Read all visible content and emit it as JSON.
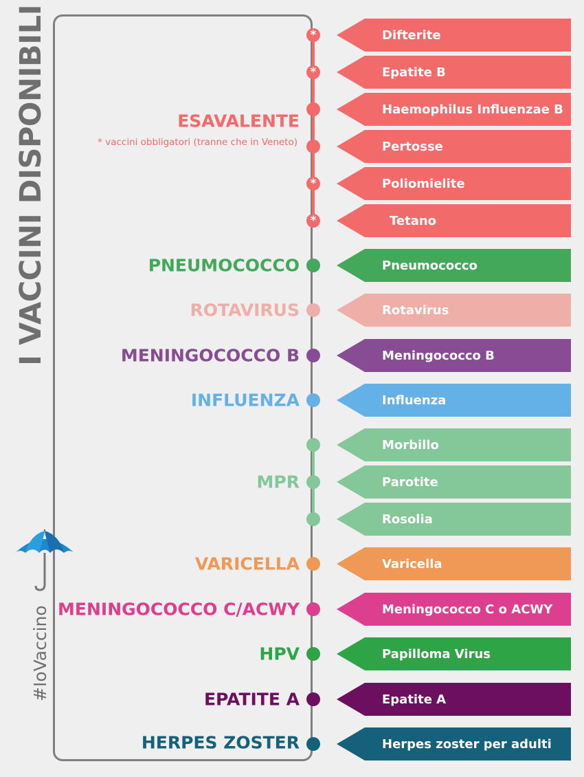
{
  "title": "I VACCINI DISPONIBILI",
  "hashtag": "#IoVaccino",
  "legend_note": "* vaccini obbligatori (tranne che in Veneto)",
  "star_symbol": "*",
  "categories": [
    {
      "name": "ESAVALENTE",
      "color": "#f26a6a"
    },
    {
      "name": "PNEUMOCOCCO",
      "color": "#43a85a"
    },
    {
      "name": "ROTAVIRUS",
      "color": "#f0aea9"
    },
    {
      "name": "MENINGOCOCCO B",
      "color": "#874c94"
    },
    {
      "name": "INFLUENZA",
      "color": "#63b1e6"
    },
    {
      "name": "MPR",
      "color": "#84c799"
    },
    {
      "name": "VARICELLA",
      "color": "#f09956"
    },
    {
      "name": "MENINGOCOCCO C/ACWY",
      "color": "#db3f8d"
    },
    {
      "name": "HPV",
      "color": "#2ea446"
    },
    {
      "name": "EPATITE A",
      "color": "#6d0f5f"
    },
    {
      "name": "HERPES ZOSTER",
      "color": "#15607a"
    }
  ],
  "vaccines": [
    {
      "label": "Difterite",
      "category": 0,
      "mandatory": true
    },
    {
      "label": "Epatite B",
      "category": 0,
      "mandatory": true
    },
    {
      "label": "Haemophilus Influenzae B",
      "category": 0,
      "mandatory": false
    },
    {
      "label": "Pertosse",
      "category": 0,
      "mandatory": false
    },
    {
      "label": "Poliomielite",
      "category": 0,
      "mandatory": true
    },
    {
      "label": "Tetano",
      "category": 0,
      "mandatory": true
    },
    {
      "label": "Pneumococco",
      "category": 1,
      "mandatory": false
    },
    {
      "label": "Rotavirus",
      "category": 2,
      "mandatory": false
    },
    {
      "label": "Meningococco B",
      "category": 3,
      "mandatory": false
    },
    {
      "label": "Influenza",
      "category": 4,
      "mandatory": false
    },
    {
      "label": "Morbillo",
      "category": 5,
      "mandatory": false
    },
    {
      "label": "Parotite",
      "category": 5,
      "mandatory": false
    },
    {
      "label": "Rosolia",
      "category": 5,
      "mandatory": false
    },
    {
      "label": "Varicella",
      "category": 6,
      "mandatory": false
    },
    {
      "label": "Meningococco C o ACWY",
      "category": 7,
      "mandatory": false
    },
    {
      "label": "Papilloma Virus",
      "category": 8,
      "mandatory": false
    },
    {
      "label": "Epatite A",
      "category": 9,
      "mandatory": false
    },
    {
      "label": "Herpes zoster per adulti",
      "category": 10,
      "mandatory": false
    }
  ]
}
